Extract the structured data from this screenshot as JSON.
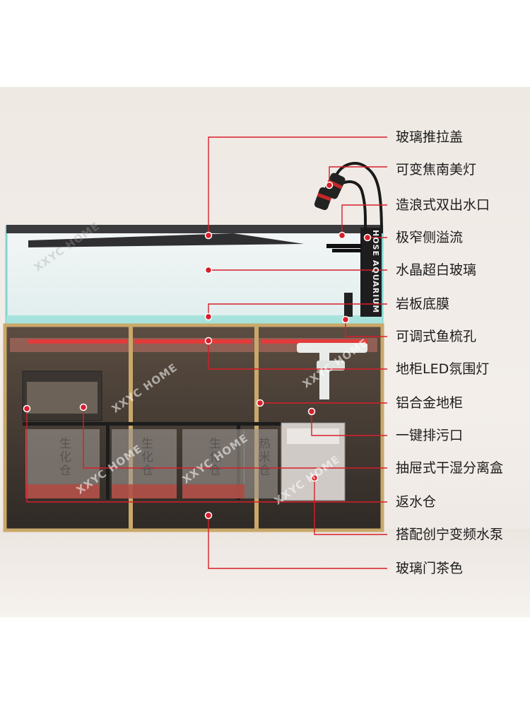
{
  "labels": [
    "玻璃推拉盖",
    "可变焦南美灯",
    "造浪式双出水口",
    "极窄侧溢流",
    "水晶超白玻璃",
    "岩板底膜",
    "可调式鱼梳孔",
    "地柜LED氛围灯",
    "铝合金地柜",
    "一键排污口",
    "抽屉式干湿分离盒",
    "返水仓",
    "搭配创宁变频水泵",
    "玻璃门茶色"
  ],
  "bins": [
    "生化仓",
    "生化仓",
    "生化仓",
    "热米仓"
  ],
  "brand_text": "HOSE AQUARIUM",
  "watermark": "XXYC HOME",
  "colors": {
    "accent": "#d81e2a",
    "frame": "#c9a86a",
    "glass": "#7fd6cf"
  }
}
